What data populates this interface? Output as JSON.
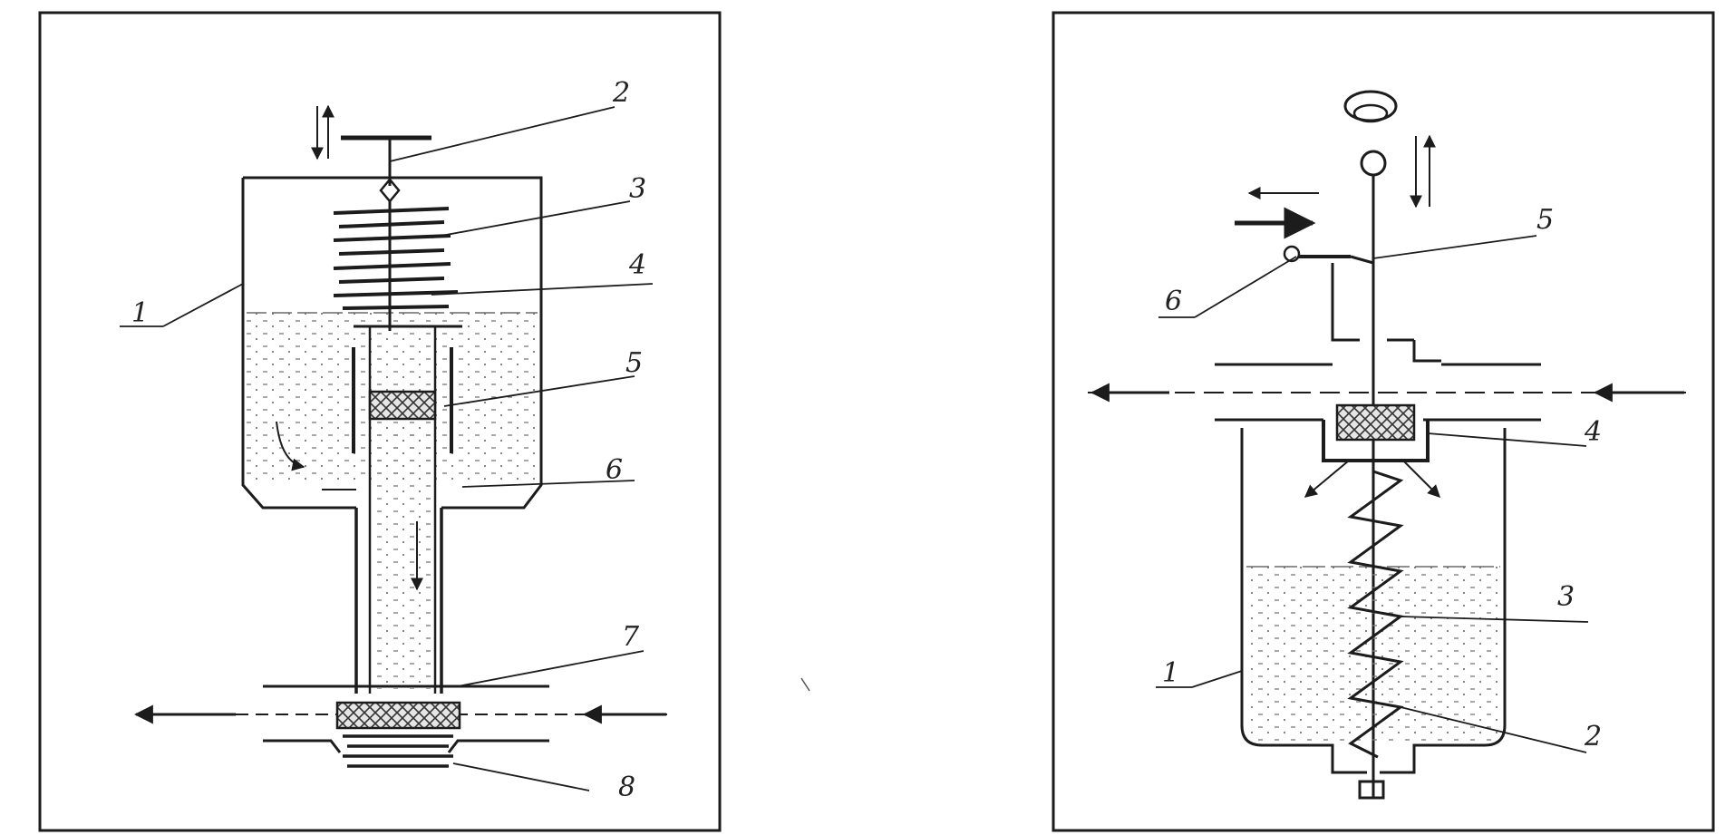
{
  "left_panel": {
    "callouts": [
      "2",
      "3",
      "4",
      "5",
      "6",
      "7",
      "8",
      "1"
    ]
  },
  "right_panel": {
    "callouts": [
      "5",
      "6",
      "4",
      "3",
      "1",
      "2"
    ]
  },
  "colors": {
    "ink": "#1c1c1c",
    "hatch": "#333333",
    "paper": "#ffffff"
  }
}
